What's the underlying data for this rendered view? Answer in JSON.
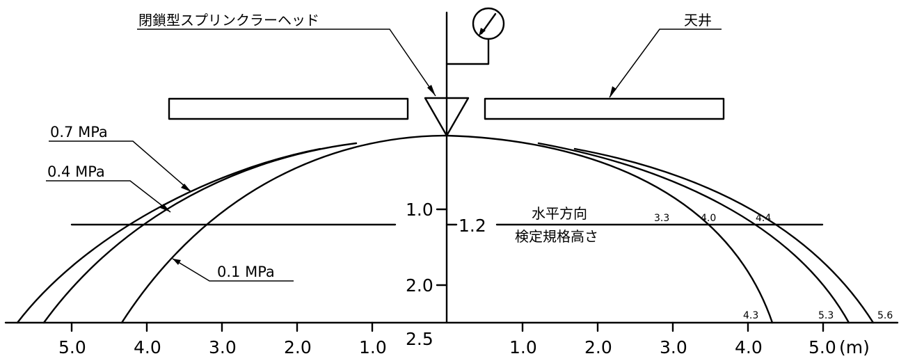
{
  "labels": {
    "sprinkler_head": "閉鎖型スプリンクラーヘッド",
    "ceiling": "天井",
    "horizontal_line_1": "水平方向",
    "horizontal_line_2": "検定規格高さ",
    "pressure_07": "0.7 MPa",
    "pressure_04": "0.4 MPa",
    "pressure_01": "0.1 MPa"
  },
  "x_axis": {
    "left_ticks": [
      "5.0",
      "4.0",
      "3.0",
      "2.0",
      "1.0"
    ],
    "right_ticks": [
      "1.0",
      "2.0",
      "3.0",
      "4.0",
      "5.0"
    ],
    "unit": "(m)"
  },
  "y_axis": {
    "ticks": [
      "1.0",
      "2.0",
      "2.5"
    ],
    "mark": "1.2"
  },
  "values": {
    "cross_1": "3.3",
    "cross_2": "4.0",
    "cross_3": "4.4",
    "end_1": "4.3",
    "end_2": "5.3",
    "end_3": "5.6"
  },
  "chart_data": {
    "type": "line",
    "xlabel": "(m)",
    "series": [
      {
        "name": "0.1 MPa",
        "x": [
          -4.3,
          0,
          4.3
        ],
        "y": [
          2.5,
          0,
          2.5
        ]
      },
      {
        "name": "0.4 MPa",
        "x": [
          -5.3,
          0,
          5.3
        ],
        "y": [
          2.5,
          0,
          2.5
        ]
      },
      {
        "name": "0.7 MPa",
        "x": [
          -5.6,
          0,
          5.6
        ],
        "y": [
          2.5,
          0,
          2.5
        ]
      }
    ],
    "reference_line": {
      "y": 1.2,
      "crossings": [
        3.3,
        4.0,
        4.4
      ]
    }
  }
}
